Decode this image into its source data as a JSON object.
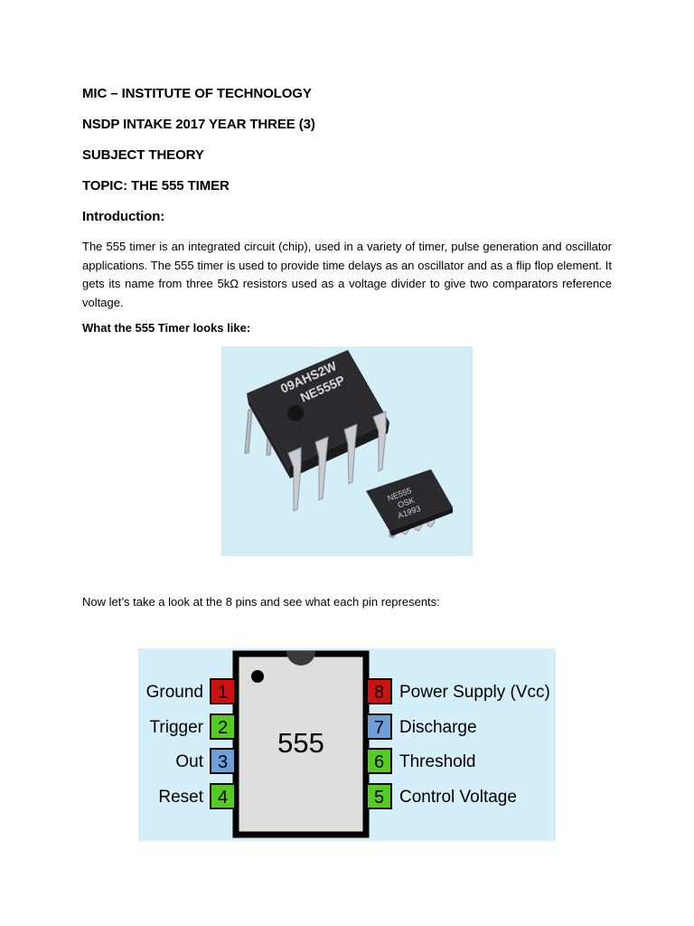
{
  "headings": {
    "institute": "MIC – INSTITUTE OF TECHNOLOGY",
    "intake": "NSDP INTAKE 2017 YEAR THREE (3)",
    "subject": "SUBJECT THEORY",
    "topic": "TOPIC: THE 555 TIMER",
    "introduction": "Introduction:"
  },
  "intro_paragraph": "The 555 timer is an integrated circuit (chip), used in a variety of timer, pulse generation and oscillator applications. The 555 timer is used to provide time delays as an oscillator and as a flip flop element. It gets its name from three 5kΩ resistors used as a voltage divider to give two comparators reference voltage.",
  "looks_like_label": "What the 555 Timer looks like:",
  "photo": {
    "dip_marking_line1": "09AHS2W",
    "dip_marking_line2": "NE555P",
    "soic_marking_line1": "NE555",
    "soic_marking_line2": "OSK",
    "soic_marking_line3": "A1993"
  },
  "pins_intro": "Now let’s take a look at the 8 pins and see what each pin represents:",
  "pinout": {
    "chip_label": "555",
    "pins": [
      {
        "number": "1",
        "name": "Ground",
        "color": "#cc1111"
      },
      {
        "number": "2",
        "name": "Trigger",
        "color": "#55cc22"
      },
      {
        "number": "3",
        "name": "Out",
        "color": "#6f9fd8"
      },
      {
        "number": "4",
        "name": "Reset",
        "color": "#55cc22"
      },
      {
        "number": "8",
        "name": "Power Supply (Vcc)",
        "color": "#cc1111"
      },
      {
        "number": "7",
        "name": "Discharge",
        "color": "#6f9fd8"
      },
      {
        "number": "6",
        "name": "Threshold",
        "color": "#55cc22"
      },
      {
        "number": "5",
        "name": "Control Voltage",
        "color": "#55cc22"
      }
    ]
  }
}
